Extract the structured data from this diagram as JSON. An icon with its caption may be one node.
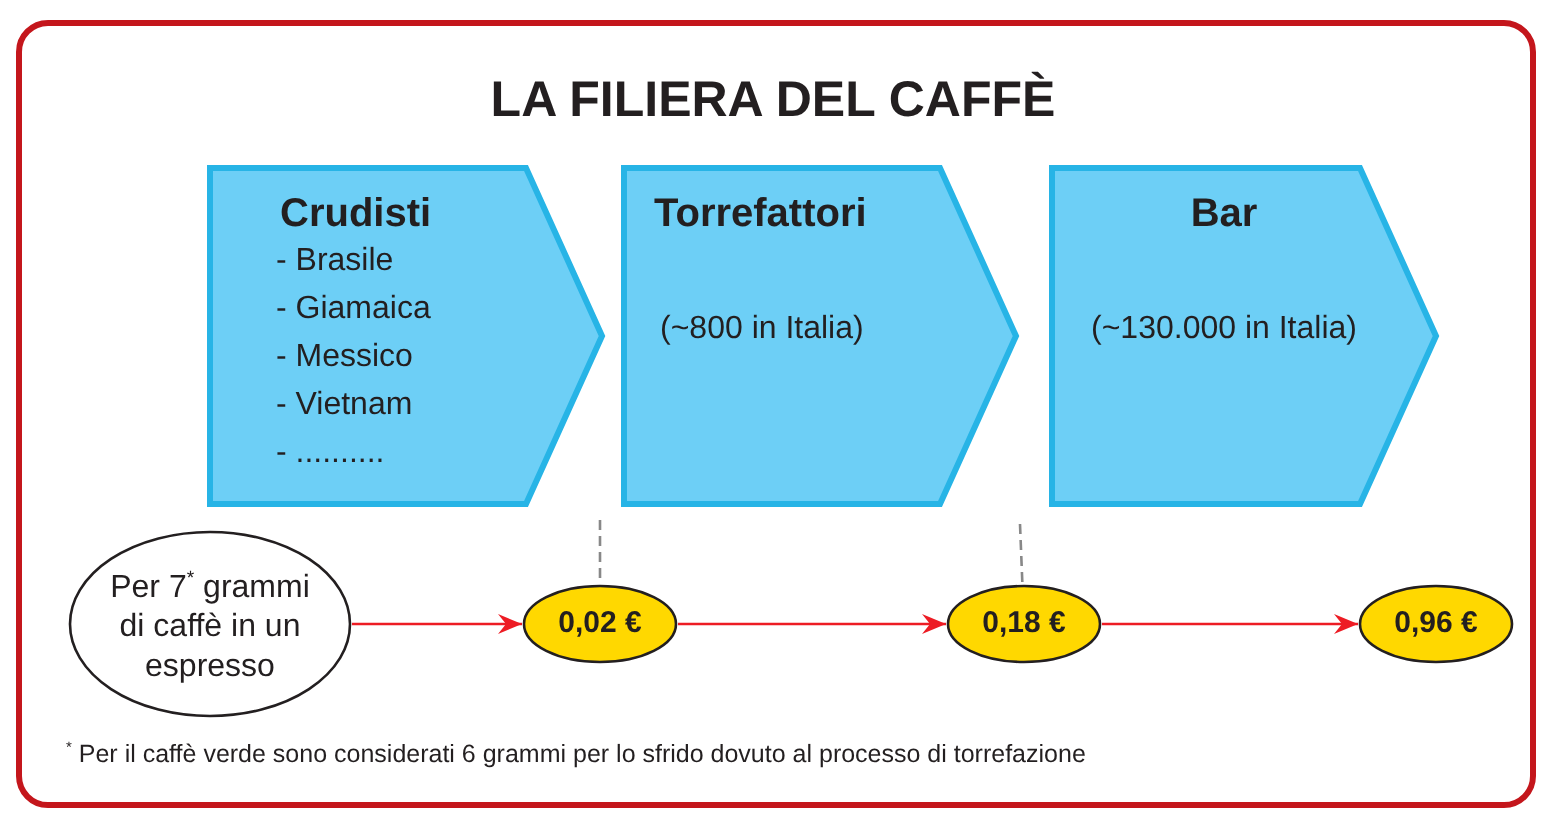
{
  "diagram": {
    "title": "LA FILIERA DEL CAFFÈ",
    "nodes": [
      {
        "text": [
          "Crudisti",
          "- Brasile",
          "- Giamaica",
          "- Messico",
          "- Vietnam",
          "- .........."
        ]
      },
      {
        "text": [
          "Torrefattori",
          "(~800 in Italia)"
        ]
      },
      {
        "text": [
          "Bar",
          "(~130.000 in Italia)"
        ]
      },
      {
        "text": [
          "Per 7$^{*}$ grammi di caffè in un espresso"
        ]
      },
      {
        "text": [
          "0,02 €"
        ]
      },
      {
        "text": [
          "0,18 €"
        ]
      },
      {
        "text": [
          "0,96 €"
        ]
      }
    ],
    "edges": [
      {
        "from": 3,
        "to": 4,
        "arrow": "to"
      },
      {
        "from": 4,
        "to": 5,
        "arrow": "to"
      },
      {
        "from": 5,
        "to": 6,
        "arrow": "to"
      },
      {
        "from": null,
        "to": 4,
        "arrow": "none",
        "style": "dashed",
        "color": "#888888"
      },
      {
        "from": null,
        "to": 5,
        "arrow": "none",
        "style": "dashed",
        "color": "#888888"
      }
    ],
    "labels": [
      "$^{*}$ Per il caffè verde sono considerati 6 grammi per lo sfrido dovuto al processo di torrefazione"
    ]
  }
}
